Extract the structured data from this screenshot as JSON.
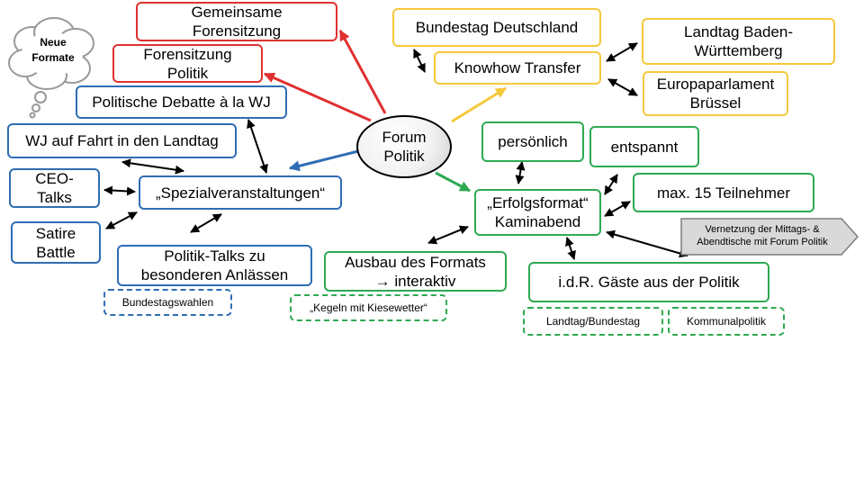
{
  "center": {
    "label": "Forum\nPolitik"
  },
  "cloud": {
    "label": "Neue\nFormate"
  },
  "red_boxes": {
    "gemeinsame": "Gemeinsame\nForensitzung",
    "forensitzung": "Forensitzung\nPolitik"
  },
  "blue_boxes": {
    "debatte": "Politische Debatte à la WJ",
    "fahrt": "WJ auf Fahrt in den Landtag",
    "ceo": "CEO-\nTalks",
    "spezial": "„Spezialveranstaltungen“",
    "satire": "Satire\nBattle",
    "talks": "Politik-Talks zu\nbesonderen Anlässen",
    "wahlen": "Bundestagswahlen"
  },
  "yellow_boxes": {
    "bundestag": "Bundestag Deutschland",
    "knowhow": "Knowhow Transfer",
    "landtag_bw": "Landtag Baden-\nWürttemberg",
    "europa": "Europaparlament\nBrüssel"
  },
  "green_boxes": {
    "persoenlich": "persönlich",
    "entspannt": "entspannt",
    "erfolg": "„Erfolgsformat“\nKaminabend",
    "teilnehmer": "max. 15 Teilnehmer",
    "ausbau": "Ausbau des Formats\n→ interaktiv",
    "gaeste": "i.d.R. Gäste aus der Politik",
    "kegeln": "„Kegeln mit Kiesewetter“",
    "landtag_bundestag": "Landtag/Bundestag",
    "kommunal": "Kommunalpolitik"
  },
  "callout": {
    "label": "Vernetzung der Mittags- &\nAbendtische mit Forum Politik"
  },
  "colors": {
    "red": "#e03030",
    "blue": "#2e6db4",
    "yellow": "#f5c83a",
    "green": "#2eaa52",
    "arrow": "#000000"
  }
}
